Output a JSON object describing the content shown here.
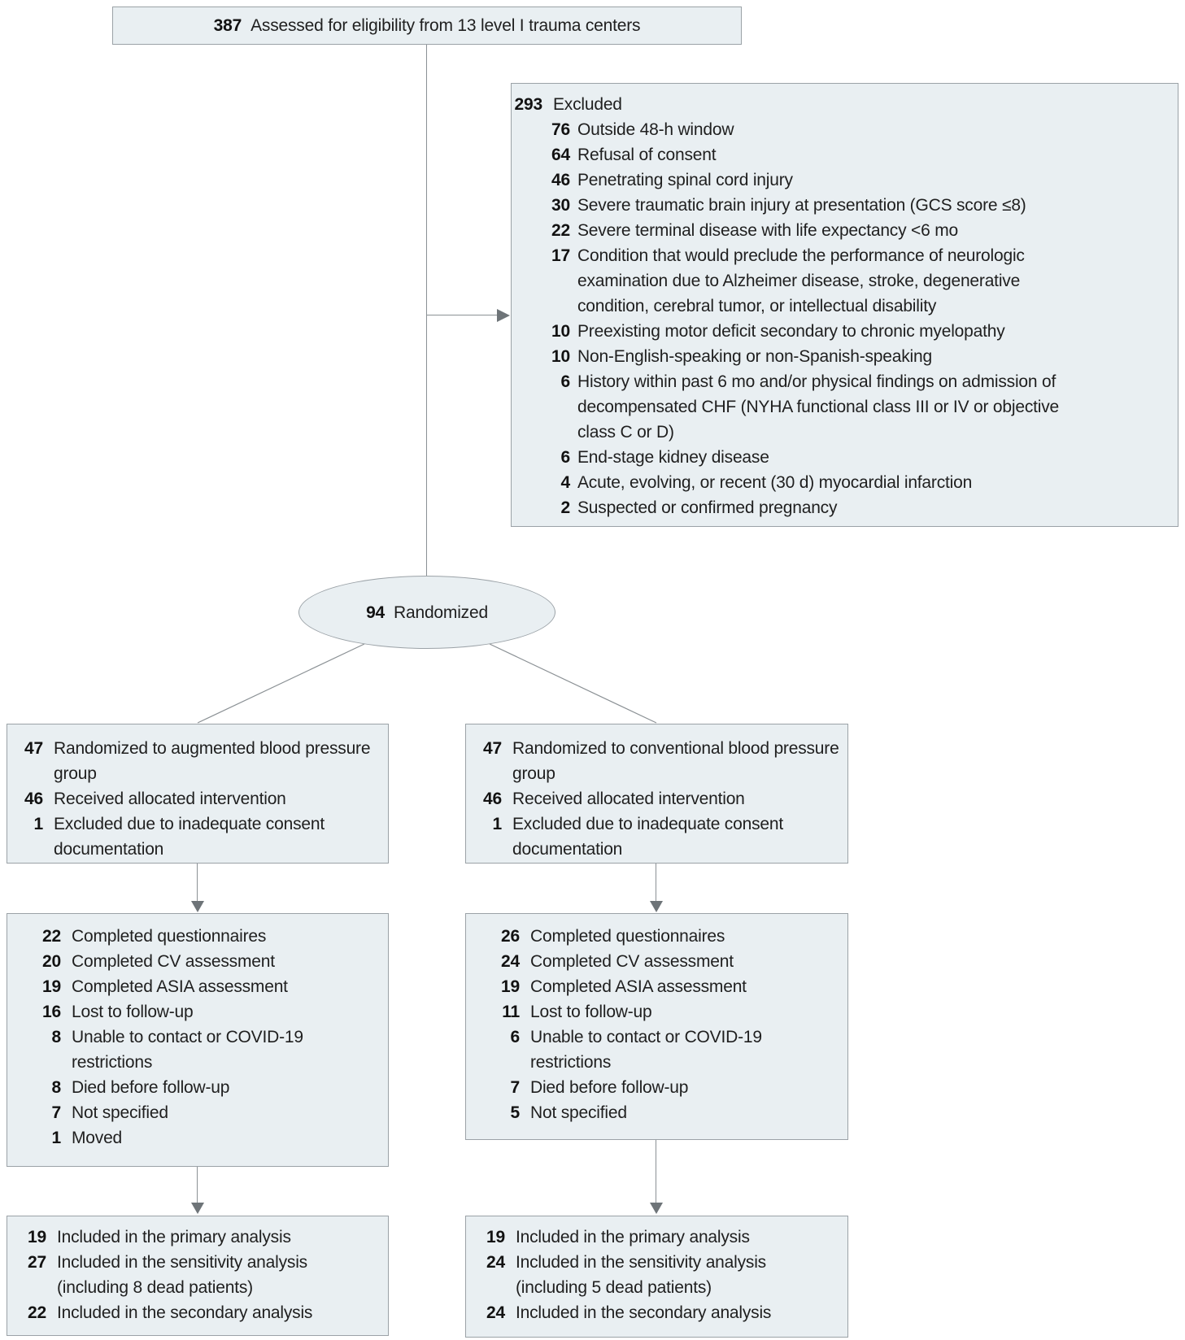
{
  "colors": {
    "box_fill": "#e9eff2",
    "box_border": "#9ba2a7",
    "connector": "#8b9195",
    "text": "#1f1f1f"
  },
  "assessed": {
    "n": "387",
    "label": "Assessed for eligibility from 13 level I trauma centers"
  },
  "excluded": {
    "n": "293",
    "label": "Excluded",
    "reasons": [
      {
        "n": "76",
        "label": "Outside 48-h window"
      },
      {
        "n": "64",
        "label": "Refusal of consent"
      },
      {
        "n": "46",
        "label": "Penetrating spinal cord injury"
      },
      {
        "n": "30",
        "label": "Severe traumatic brain injury at presentation (GCS score ≤8)"
      },
      {
        "n": "22",
        "label": "Severe terminal disease with life expectancy <6 mo"
      },
      {
        "n": "17",
        "label": "Condition that would preclude the performance of neurologic examination due to Alzheimer disease, stroke, degenerative condition, cerebral tumor, or intellectual disability"
      },
      {
        "n": "10",
        "label": "Preexisting motor deficit secondary to chronic myelopathy"
      },
      {
        "n": "10",
        "label": "Non-English-speaking or non-Spanish-speaking"
      },
      {
        "n": "6",
        "label": "History within past 6 mo and/or physical findings on admission of decompensated CHF (NYHA functional class III or IV or objective class C or  D)"
      },
      {
        "n": "6",
        "label": "End-stage kidney disease"
      },
      {
        "n": "4",
        "label": "Acute, evolving, or recent (30 d) myocardial infarction"
      },
      {
        "n": "2",
        "label": "Suspected or confirmed pregnancy"
      }
    ]
  },
  "randomized": {
    "n": "94",
    "label": "Randomized"
  },
  "left_arm": {
    "allocation": [
      {
        "n": "47",
        "label": "Randomized to augmented blood pressure group"
      },
      {
        "n": "46",
        "label": "Received allocated intervention"
      },
      {
        "n": "1",
        "label": "Excluded due to inadequate consent documentation"
      }
    ],
    "followup": [
      {
        "n": "22",
        "label": "Completed questionnaires"
      },
      {
        "n": "20",
        "label": "Completed CV assessment"
      },
      {
        "n": "19",
        "label": "Completed ASIA assessment"
      },
      {
        "n": "16",
        "label": "Lost to follow-up"
      },
      {
        "n": "8",
        "label": "Unable to contact or COVID-19 restrictions"
      },
      {
        "n": "8",
        "label": "Died before follow-up"
      },
      {
        "n": "7",
        "label": "Not specified"
      },
      {
        "n": "1",
        "label": "Moved"
      }
    ],
    "analysis": [
      {
        "n": "19",
        "label": "Included in the primary analysis"
      },
      {
        "n": "27",
        "label": "Included in the sensitivity analysis (including 8 dead patients)"
      },
      {
        "n": "22",
        "label": "Included in the secondary analysis"
      }
    ]
  },
  "right_arm": {
    "allocation": [
      {
        "n": "47",
        "label": "Randomized to conventional blood pressure group"
      },
      {
        "n": "46",
        "label": "Received allocated intervention"
      },
      {
        "n": "1",
        "label": "Excluded due to inadequate consent documentation"
      }
    ],
    "followup": [
      {
        "n": "26",
        "label": "Completed questionnaires"
      },
      {
        "n": "24",
        "label": "Completed CV assessment"
      },
      {
        "n": "19",
        "label": "Completed ASIA assessment"
      },
      {
        "n": "11",
        "label": "Lost to follow-up"
      },
      {
        "n": "6",
        "label": "Unable to contact or COVID-19 restrictions"
      },
      {
        "n": "7",
        "label": "Died before follow-up"
      },
      {
        "n": "5",
        "label": "Not specified"
      }
    ],
    "analysis": [
      {
        "n": "19",
        "label": "Included in the primary analysis"
      },
      {
        "n": "24",
        "label": "Included in the sensitivity analysis (including 5 dead patients)"
      },
      {
        "n": "24",
        "label": "Included in the secondary analysis"
      }
    ]
  }
}
